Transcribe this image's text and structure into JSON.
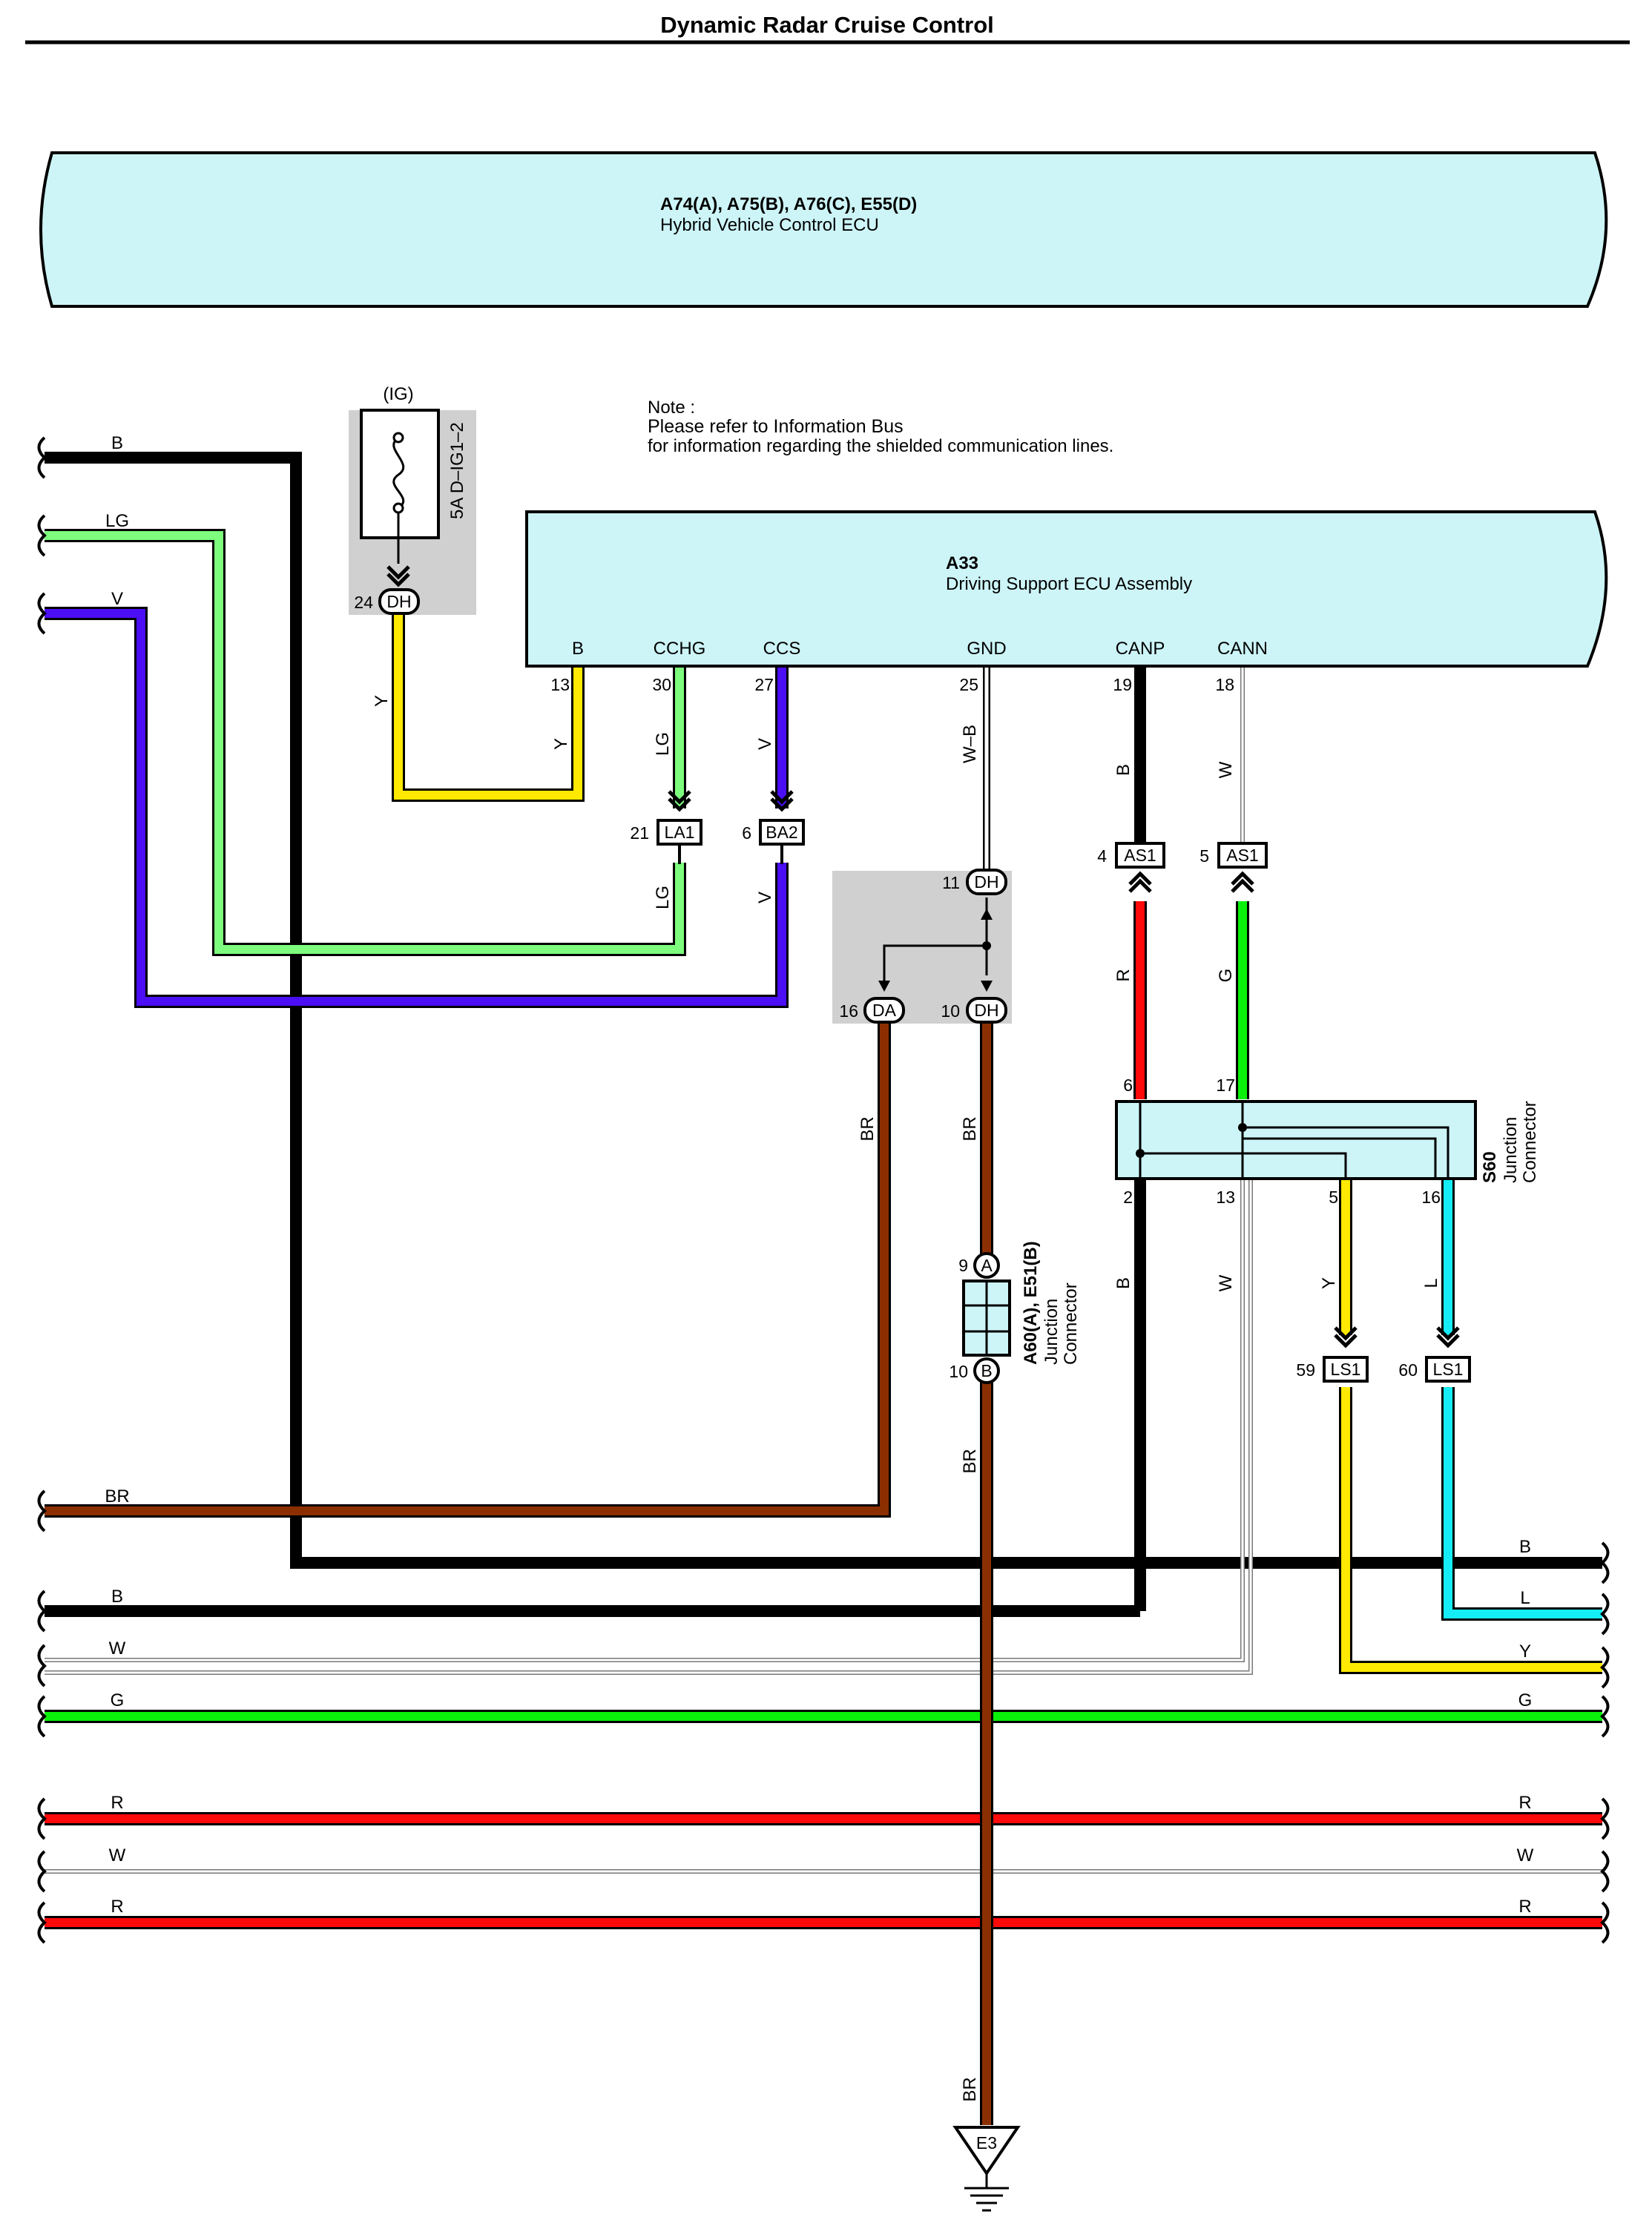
{
  "title": "Dynamic Radar Cruise Control",
  "note": {
    "line1": "Note :",
    "line2": "Please refer to Information Bus",
    "line3": "for information regarding the shielded communication lines."
  },
  "hv_ecu": {
    "code": "A74(A), A75(B), A76(C), E55(D)",
    "name": "Hybrid Vehicle Control ECU"
  },
  "ds_ecu": {
    "code": "A33",
    "name": "Driving Support ECU Assembly",
    "terminals": [
      {
        "label": "B",
        "pin": "13"
      },
      {
        "label": "CCHG",
        "pin": "30"
      },
      {
        "label": "CCS",
        "pin": "27"
      },
      {
        "label": "GND",
        "pin": "25"
      },
      {
        "label": "CANP",
        "pin": "19"
      },
      {
        "label": "CANN",
        "pin": "18"
      }
    ]
  },
  "fuse": {
    "ig": "(IG)",
    "name": "5A D–IG1–2",
    "pin": "24",
    "conn": "DH"
  },
  "connectors": {
    "la1": {
      "pin": "21",
      "code": "LA1"
    },
    "ba2": {
      "pin": "6",
      "code": "BA2"
    },
    "as1a": {
      "pin": "4",
      "code": "AS1"
    },
    "as1b": {
      "pin": "5",
      "code": "AS1"
    },
    "dh11": {
      "pin": "11",
      "code": "DH"
    },
    "da16": {
      "pin": "16",
      "code": "DA"
    },
    "dh10": {
      "pin": "10",
      "code": "DH"
    },
    "ls1a": {
      "pin": "59",
      "code": "LS1"
    },
    "ls1b": {
      "pin": "60",
      "code": "LS1"
    }
  },
  "s60": {
    "code": "S60",
    "line1": "Junction",
    "line2": "Connector",
    "pin_top_a": "6",
    "pin_top_b": "17",
    "pin_bot_a": "2",
    "pin_bot_b": "13",
    "pin_bot_c": "5",
    "pin_bot_d": "16"
  },
  "a60": {
    "code": "A60(A), E51(B)",
    "line1": "Junction",
    "line2": "Connector",
    "pin_top": "9",
    "top_letter": "A",
    "pin_bot": "10",
    "bot_letter": "B"
  },
  "ground": "E3",
  "wire_labels": {
    "left_b": "B",
    "left_lg": "LG",
    "left_v": "V",
    "y_fuse": "Y",
    "y_b": "Y",
    "lg_top": "LG",
    "v_top": "V",
    "lg_bot": "LG",
    "v_bot": "V",
    "wb": "W–B",
    "canp_b": "B",
    "cann_w": "W",
    "r": "R",
    "g": "G",
    "br_da": "BR",
    "br_dh": "BR",
    "br_a60": "BR",
    "br_gnd": "BR",
    "s60_b": "B",
    "s60_w": "W",
    "s60_y": "Y",
    "s60_l": "L",
    "br_left": "BR",
    "bus_b_right": "B",
    "bus_l_right": "L",
    "bus_b_left": "B",
    "bus_y_right": "Y",
    "bus_w_left": "W",
    "bus_g_left": "G",
    "bus_g_right": "G",
    "bus_r1_left": "R",
    "bus_r1_right": "R",
    "bus_w2_left": "W",
    "bus_w2_right": "W",
    "bus_r2_left": "R",
    "bus_r2_right": "R"
  },
  "colors": {
    "black": "#000000",
    "lightgreen": "#7dfc7d",
    "violet": "#4b0ef5",
    "yellow": "#ffe900",
    "brown": "#8b2f00",
    "red": "#ff0a0a",
    "green": "#0af00a",
    "cyan": "#14edf5",
    "white_wire": "#ffffff",
    "ecu_fill": "#cdf5f8",
    "gray_box": "#d0d0d0"
  }
}
